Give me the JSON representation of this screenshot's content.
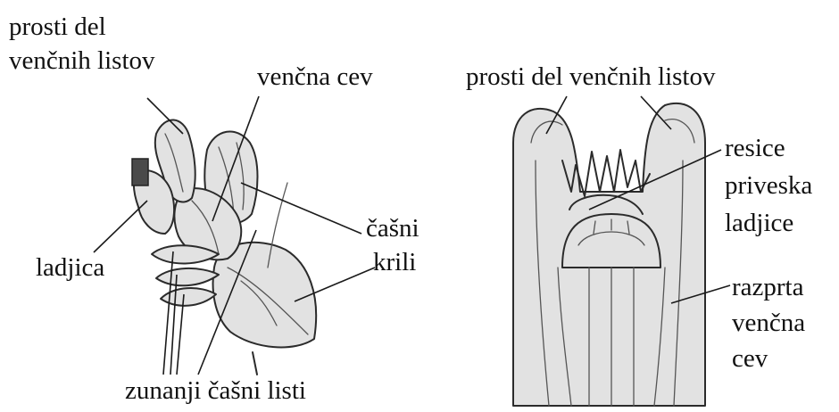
{
  "left_flower": {
    "labels": {
      "free_part_line1": "prosti del",
      "free_part_line2": "venčnih listov",
      "corolla_tube": "venčna cev",
      "keel": "ladjica",
      "calyx_wings_line1": "čašni",
      "calyx_wings_line2": "krili",
      "outer_sepals": "zunanji čašni listi"
    }
  },
  "right_flower": {
    "labels": {
      "free_part": "prosti del venčnih listov",
      "fringes_line1": "resice",
      "fringes_line2": "priveska",
      "fringes_line3": "ladjice",
      "split_tube_line1": "razprta",
      "split_tube_line2": "venčna",
      "split_tube_line3": "cev"
    }
  }
}
